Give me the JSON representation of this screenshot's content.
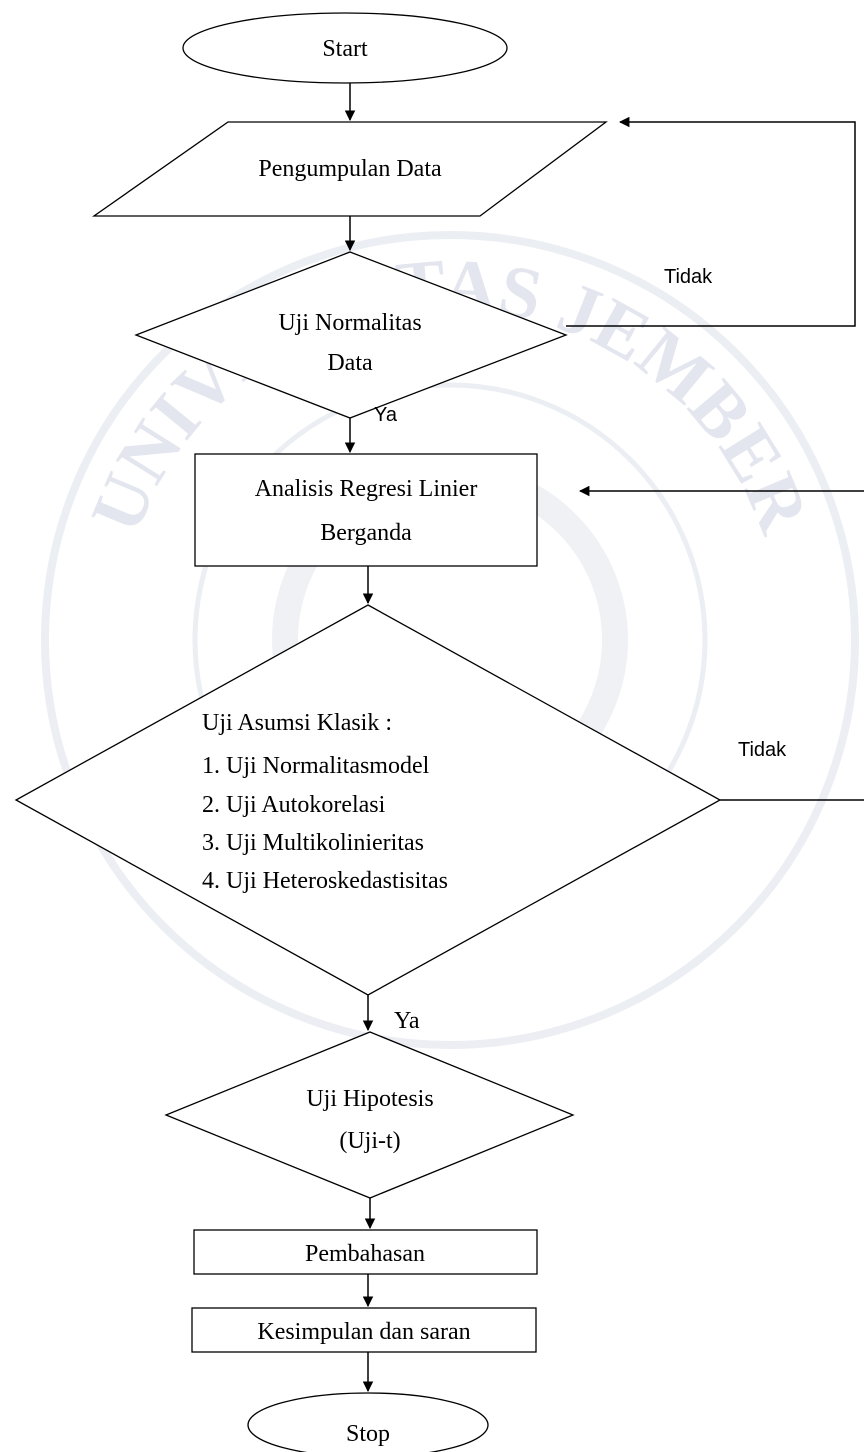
{
  "nodes": {
    "start": "Start",
    "collect": "Pengumpulan Data",
    "normality_line1": "Uji Normalitas",
    "normality_line2": "Data",
    "regression_line1": "Analisis Regresi Linier",
    "regression_line2": "Berganda",
    "assumption_title": "Uji Asumsi Klasik :",
    "assumption_items": [
      "1. Uji Normalitasmodel",
      "2. Uji Autokorelasi",
      "3. Uji Multikolinieritas",
      "4. Uji Heteroskedastisitas"
    ],
    "hypothesis_line1": "Uji Hipotesis",
    "hypothesis_line2": "(Uji-t)",
    "discussion": "Pembahasan",
    "conclusion": "Kesimpulan dan saran",
    "stop": "Stop"
  },
  "edge_labels": {
    "normality_no": "Tidak",
    "normality_yes": "Ya",
    "assumption_no": "Tidak",
    "assumption_yes": "Ya"
  },
  "watermark": {
    "text": "UNIVERSITAS JEMBER",
    "color": "#dde1ea"
  }
}
